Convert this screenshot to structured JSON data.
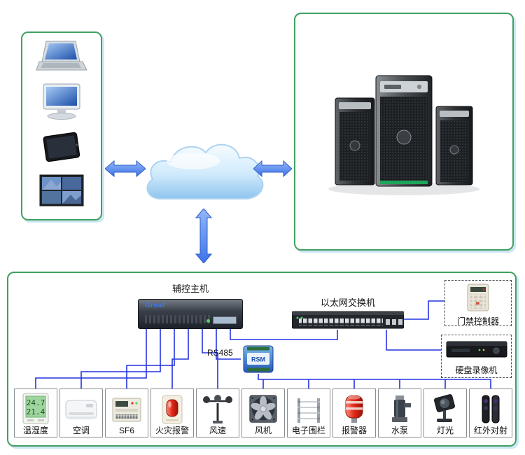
{
  "clients_panel": {
    "icons": [
      "laptop",
      "desktop-monitor",
      "tablet",
      "video-wall"
    ]
  },
  "network": {
    "cloud": "internet-cloud"
  },
  "servers_panel": {
    "icon": "server-towers"
  },
  "control_panel": {
    "host_label": "辅控主机",
    "host_brand": "Great",
    "switch_label": "以太网交换机",
    "access_controller_label": "门禁控制器",
    "dvr_label": "硬盘录像机",
    "rs485_label": "RS485",
    "rsm_label": "RSM",
    "temp_display": {
      "line1": "24.7",
      "line2": "21.4"
    },
    "devices": [
      {
        "label": "温湿度"
      },
      {
        "label": "空调"
      },
      {
        "label": "SF6"
      },
      {
        "label": "火灾报警"
      },
      {
        "label": "风速"
      },
      {
        "label": "风机"
      },
      {
        "label": "电子围栏"
      },
      {
        "label": "报警器"
      },
      {
        "label": "水泵"
      },
      {
        "label": "灯光"
      },
      {
        "label": "红外对射"
      }
    ]
  },
  "colors": {
    "panel-green": "#3fa162",
    "panel-shadow": "#cfe6f5",
    "line-blue": "#2433e0",
    "arrow-stroke": "#2d5fc8",
    "cloud-stroke": "#aed3ef"
  }
}
